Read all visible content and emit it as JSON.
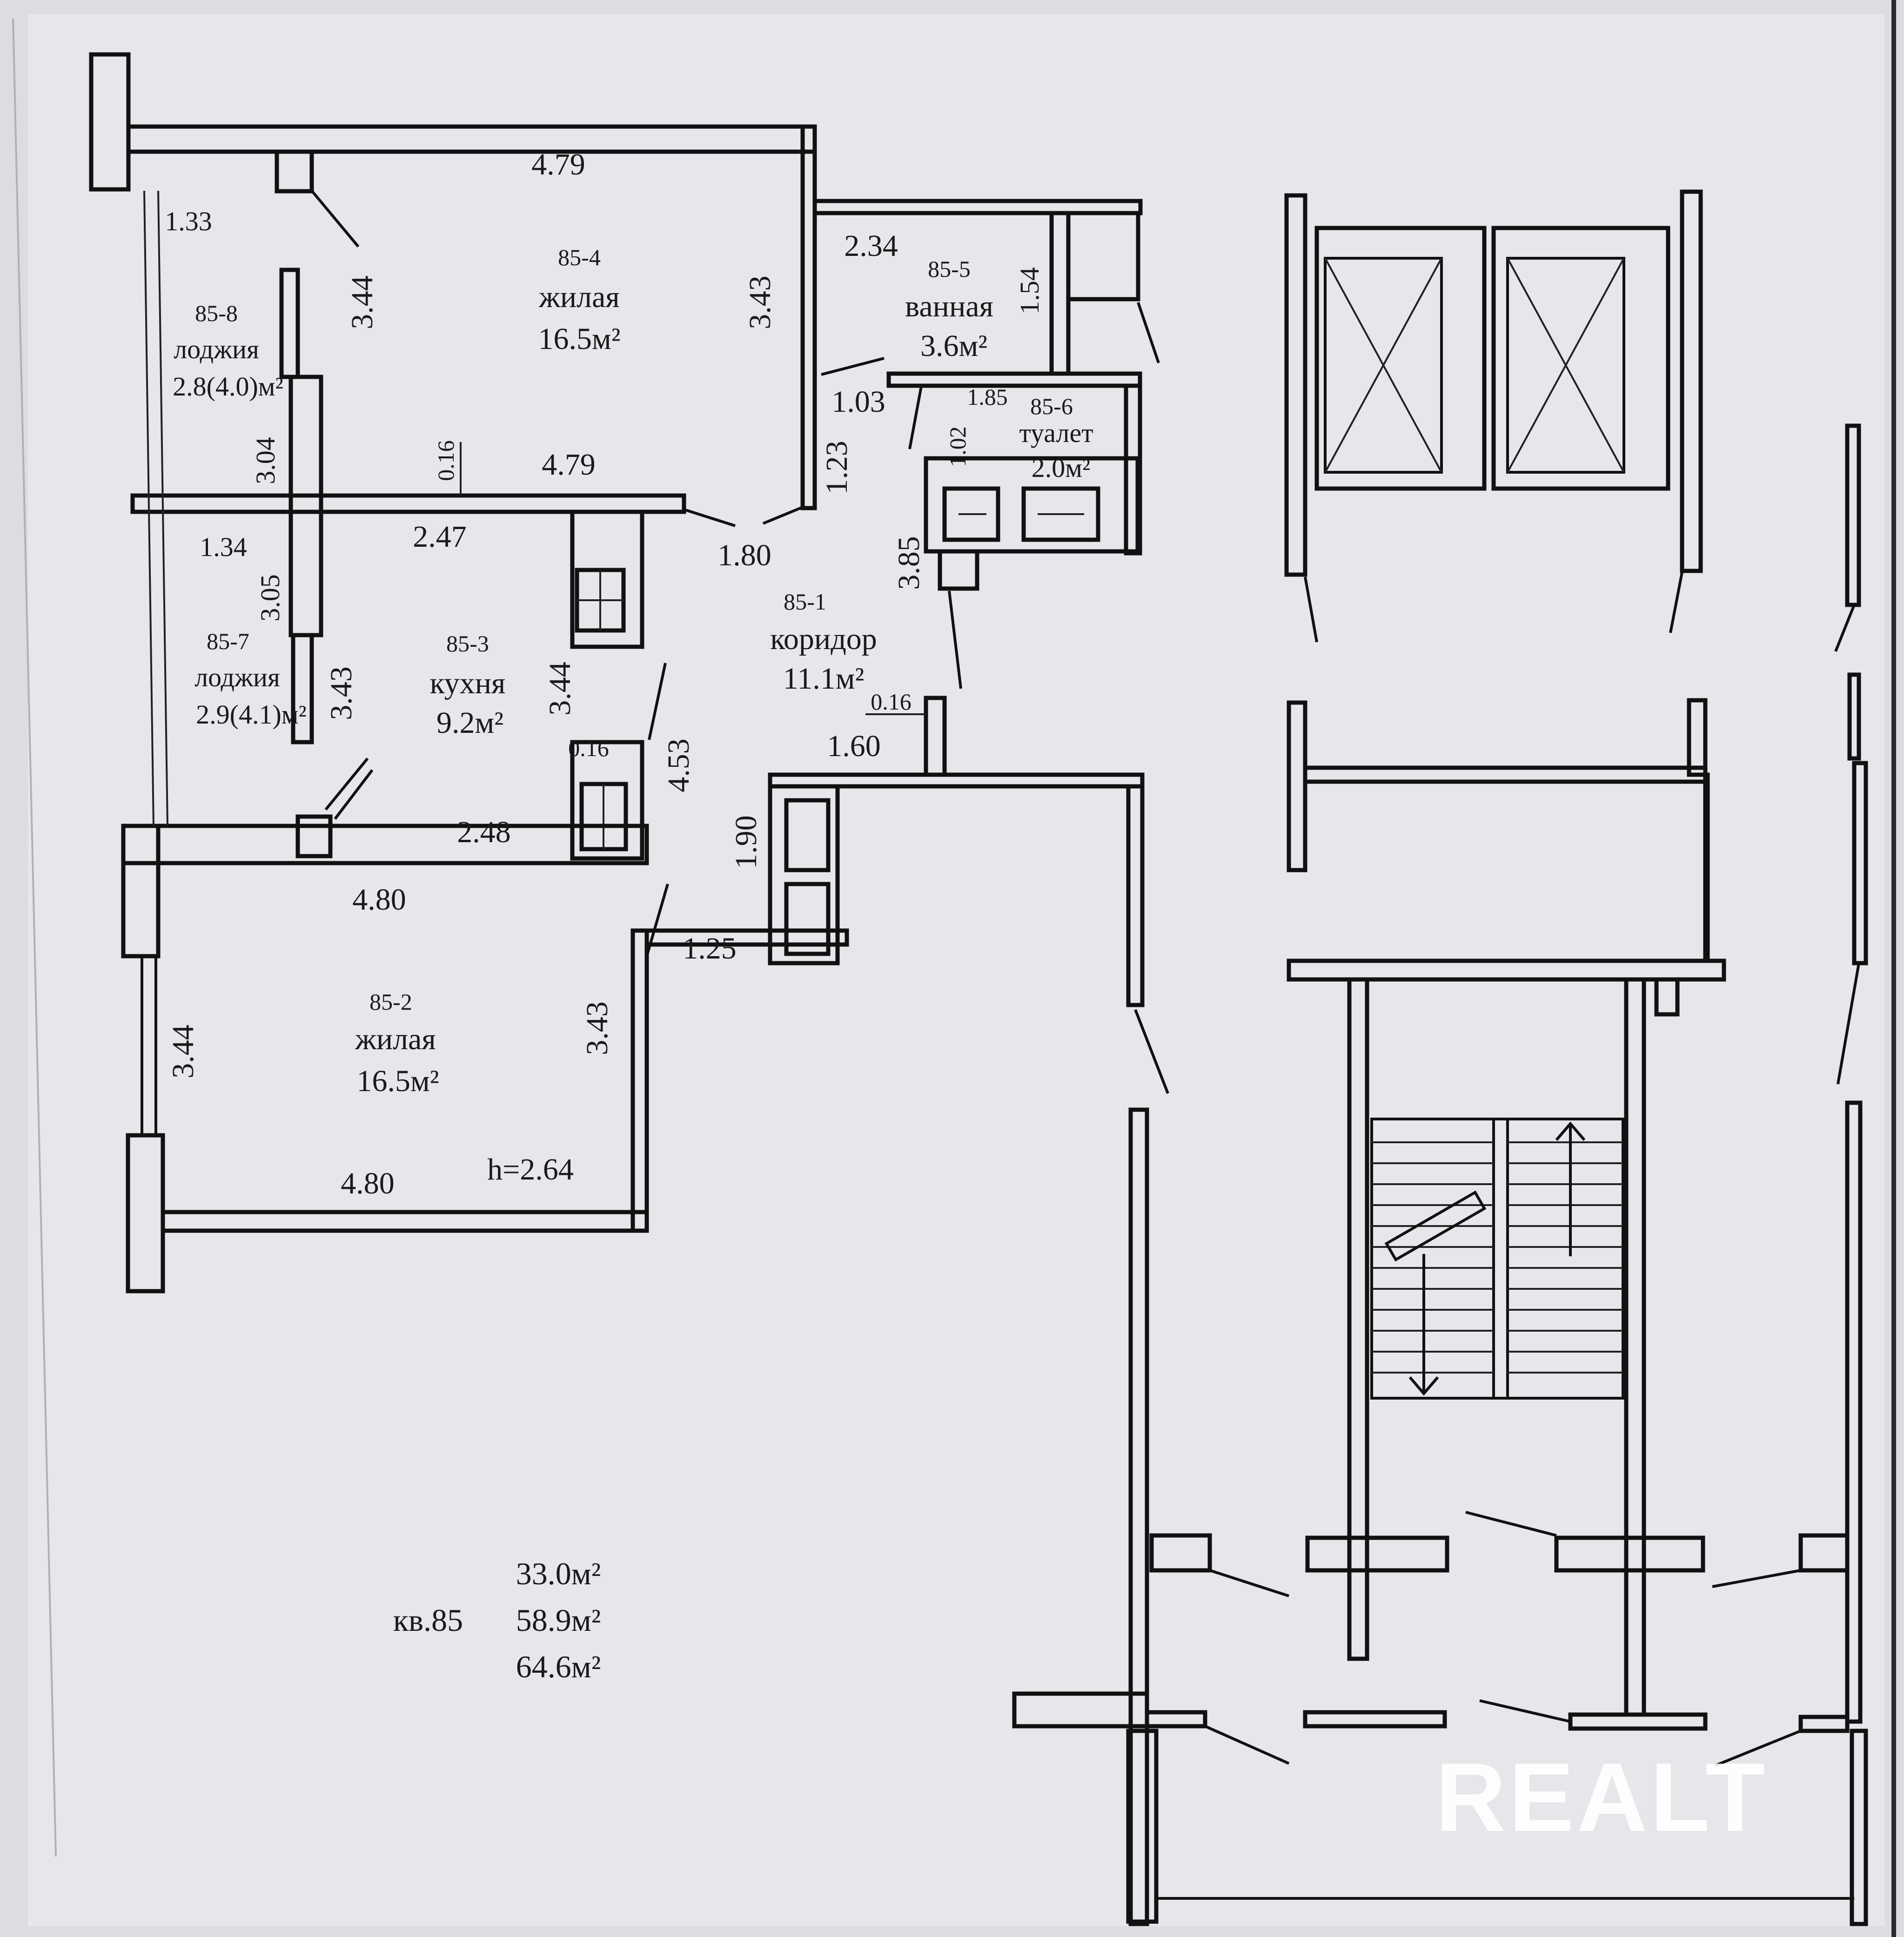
{
  "rooms": [
    {
      "id": "85-4",
      "type": "жилая",
      "area": "16.5м²"
    },
    {
      "id": "85-5",
      "type": "ванная",
      "area": "3.6м²"
    },
    {
      "id": "85-6",
      "type": "туалет",
      "area": "2.0м²"
    },
    {
      "id": "85-8",
      "type": "лоджия",
      "area": "2.8(4.0)м²"
    },
    {
      "id": "85-7",
      "type": "лоджия",
      "area": "2.9(4.1)м²"
    },
    {
      "id": "85-3",
      "type": "кухня",
      "area": "9.2м²"
    },
    {
      "id": "85-1",
      "type": "коридор",
      "area": "11.1м²"
    },
    {
      "id": "85-2",
      "type": "жилая",
      "area": "16.5м²"
    }
  ],
  "dimensions": {
    "top_479": "4.79",
    "d_133": "1.33",
    "d_344_a": "3.44",
    "d_343_a": "3.43",
    "d_234": "2.34",
    "d_154": "1.54",
    "d_103": "1.03",
    "d_185": "1.85",
    "d_102": "1.02",
    "d_123": "1.23",
    "d_304": "3.04",
    "d_016_a": "0.16",
    "mid_479": "4.79",
    "d_134": "1.34",
    "d_247": "2.47",
    "d_180": "1.80",
    "d_385": "3.85",
    "d_305": "3.05",
    "d_343_b": "3.43",
    "d_344_b": "3.44",
    "d_016_b": "0.16",
    "d_453": "4.53",
    "d_016_c": "0.16",
    "d_160": "1.60",
    "d_248": "2.48",
    "d_190": "1.90",
    "d_480_a": "4.80",
    "d_125": "1.25",
    "d_344_c": "3.44",
    "d_343_c": "3.43",
    "d_480_b": "4.80",
    "height": "h=2.64"
  },
  "totals": {
    "apartment": "кв.85",
    "living": "33.0м²",
    "total": "58.9м²",
    "total_with_loggias": "64.6м²"
  },
  "watermark": "REALT"
}
